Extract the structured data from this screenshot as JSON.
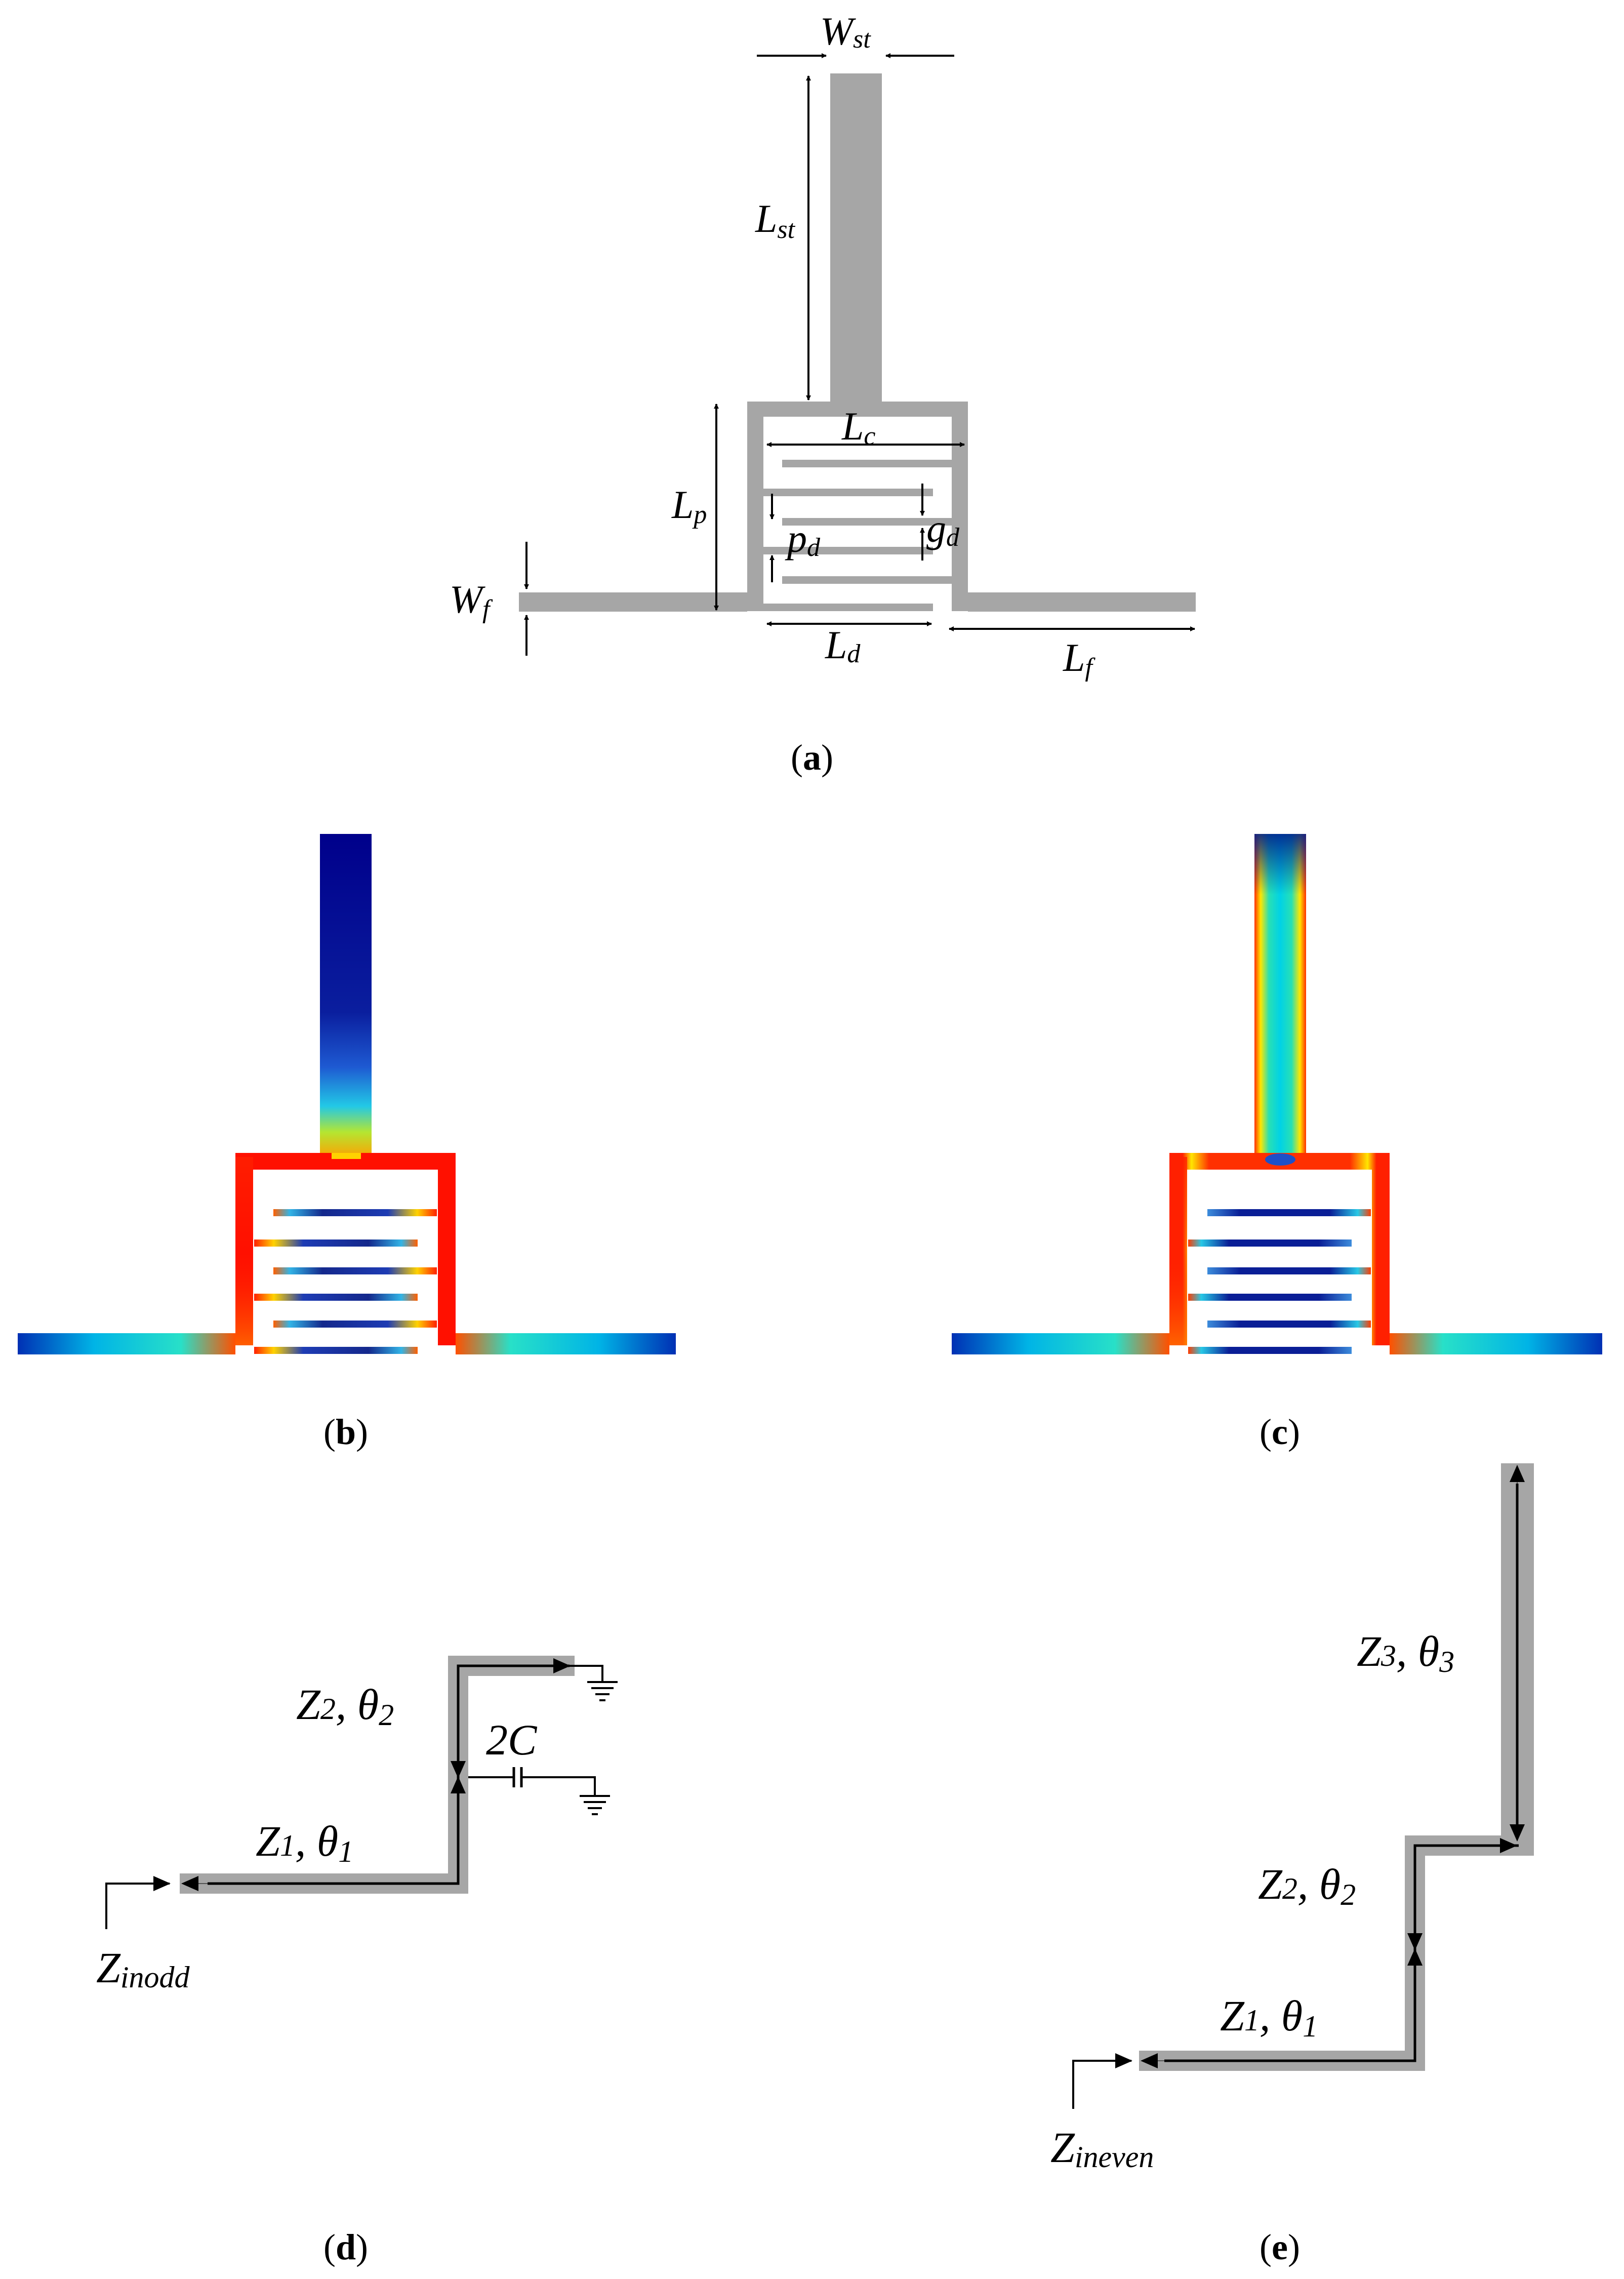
{
  "panel_a": {
    "caption": [
      "(",
      "a",
      ")"
    ],
    "labels": {
      "w_st": {
        "main": "W",
        "sub": "st"
      },
      "l_st": {
        "main": "L",
        "sub": "st"
      },
      "l_c": {
        "main": "L",
        "sub": "c"
      },
      "l_p": {
        "main": "L",
        "sub": "p"
      },
      "p_d": {
        "main": "p",
        "sub": "d"
      },
      "g_d": {
        "main": "g",
        "sub": "d"
      },
      "w_f": {
        "main": "W",
        "sub": "f"
      },
      "l_d": {
        "main": "L",
        "sub": "d"
      },
      "l_f": {
        "main": "L",
        "sub": "f"
      }
    }
  },
  "panel_b": {
    "caption": [
      "(",
      "b",
      ")"
    ]
  },
  "panel_c": {
    "caption": [
      "(",
      "c",
      ")"
    ]
  },
  "panel_d": {
    "caption": [
      "(",
      "d",
      ")"
    ],
    "z2": {
      "z": "Z",
      "zsub": "2",
      "sep": ", ",
      "t": "θ",
      "tsub": "2"
    },
    "cap_label": "2C",
    "z1": {
      "z": "Z",
      "zsub": "1",
      "sep": ", ",
      "t": "θ",
      "tsub": "1"
    },
    "zin": {
      "z": "Z",
      "sub": "inodd"
    }
  },
  "panel_e": {
    "caption": [
      "(",
      "e",
      ")"
    ],
    "z3": {
      "z": "Z",
      "zsub": "3",
      "sep": ", ",
      "t": "θ",
      "tsub": "3"
    },
    "z2": {
      "z": "Z",
      "zsub": "2",
      "sep": ", ",
      "t": "θ",
      "tsub": "2"
    },
    "z1": {
      "z": "Z",
      "zsub": "1",
      "sep": ", ",
      "t": "θ",
      "tsub": "1"
    },
    "zin": {
      "z": "Z",
      "sub": "ineven"
    }
  },
  "colors": {
    "metal": "#a6a6a6",
    "field_high": "#ff0000",
    "field_mid": "#ffff00",
    "field_cyan": "#00ffff",
    "field_low": "#00008b"
  }
}
